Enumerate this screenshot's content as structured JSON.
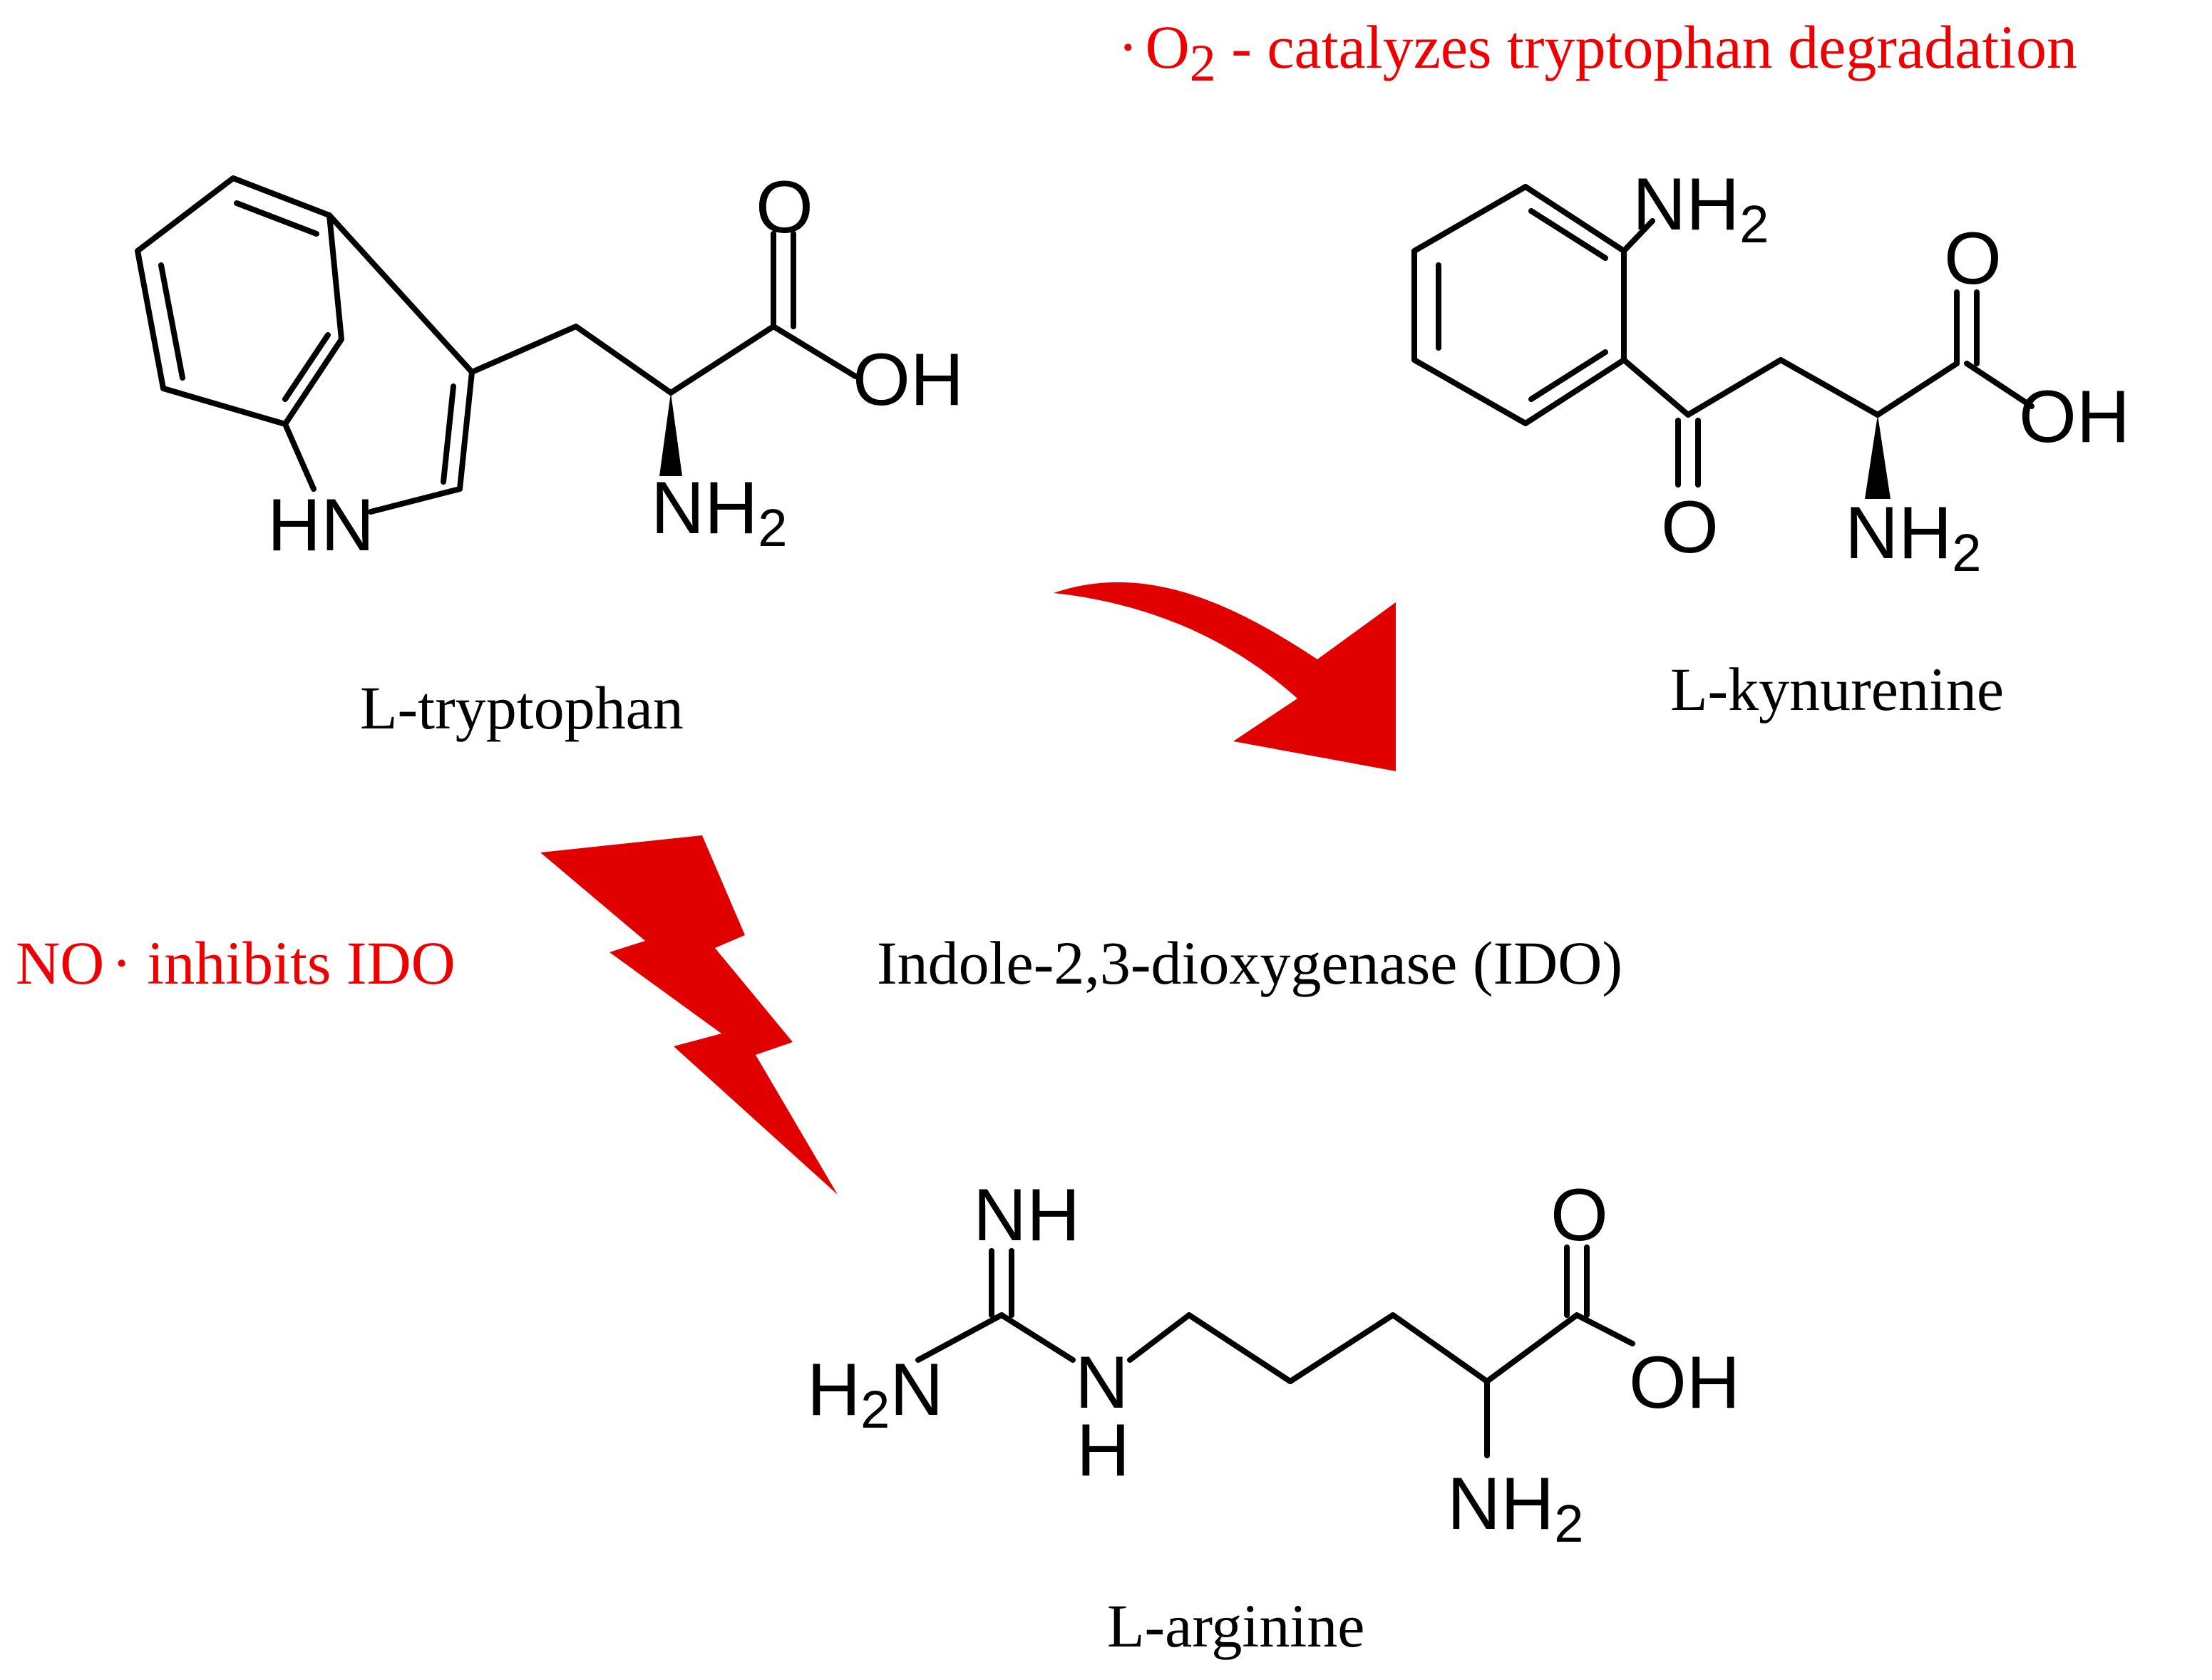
{
  "colors": {
    "text": "#000000",
    "annotation": "#ee0000",
    "arrow": "#e00000",
    "background": "#ffffff"
  },
  "annotations": {
    "o2_dot": "·",
    "o2_main": "O",
    "o2_sub": "2",
    "o2_text": " - catalyzes tryptophan degradation",
    "no_main": "NO",
    "no_dot": "·",
    "no_text": " inhibits IDO"
  },
  "enzyme_label": "Indole-2,3-dioxygenase (IDO)",
  "molecules": {
    "tryptophan": {
      "name": "L-tryptophan",
      "hn": "HN",
      "o": "O",
      "oh": "OH",
      "nh": "NH",
      "sub2": "2"
    },
    "kynurenine": {
      "name": "L-kynurenine",
      "nh": "NH",
      "sub2": "2",
      "o": "O",
      "oh": "OH",
      "ketone_o": "O",
      "nh_bottom": "NH",
      "sub2_bottom": "2"
    },
    "arginine": {
      "name": "L-arginine",
      "imine_nh": "NH",
      "h2n": "H",
      "h2n_sub": "2",
      "h2n_n": "N",
      "n": "N",
      "h": "H",
      "o": "O",
      "oh": "OH",
      "nh": "NH",
      "sub2": "2"
    }
  },
  "icons": {
    "reaction_arrow": "curved-arrow-icon",
    "inhibition_bolt": "lightning-bolt-icon"
  }
}
